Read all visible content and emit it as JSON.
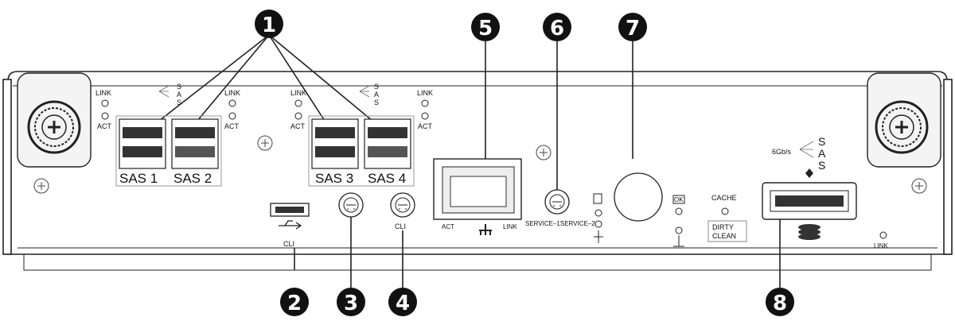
{
  "callouts": [
    "1",
    "2",
    "3",
    "4",
    "5",
    "6",
    "7",
    "8"
  ],
  "host_ports": {
    "labels": [
      "SAS 1",
      "SAS 2",
      "SAS 3",
      "SAS 4"
    ],
    "link": "LINK",
    "act": "ACT",
    "sas_letters": [
      "S",
      "A",
      "S"
    ]
  },
  "usb": {
    "label": "CLI"
  },
  "cli_serial": {
    "label": "CLI"
  },
  "ethernet": {
    "act": "ACT",
    "link": "LINK"
  },
  "service": {
    "label": "SERVICE–1SERVICE–2"
  },
  "status": {
    "ok": "OK",
    "cache": "CACHE",
    "dirty": "DIRTY",
    "clean": "CLEAN"
  },
  "expansion": {
    "speed": "6Gb/s",
    "sas_letters": [
      "S",
      "A",
      "S"
    ],
    "link": "LINK"
  },
  "colors": {
    "line": "#222222",
    "callout": "#111111",
    "panel": "#ffffff"
  }
}
